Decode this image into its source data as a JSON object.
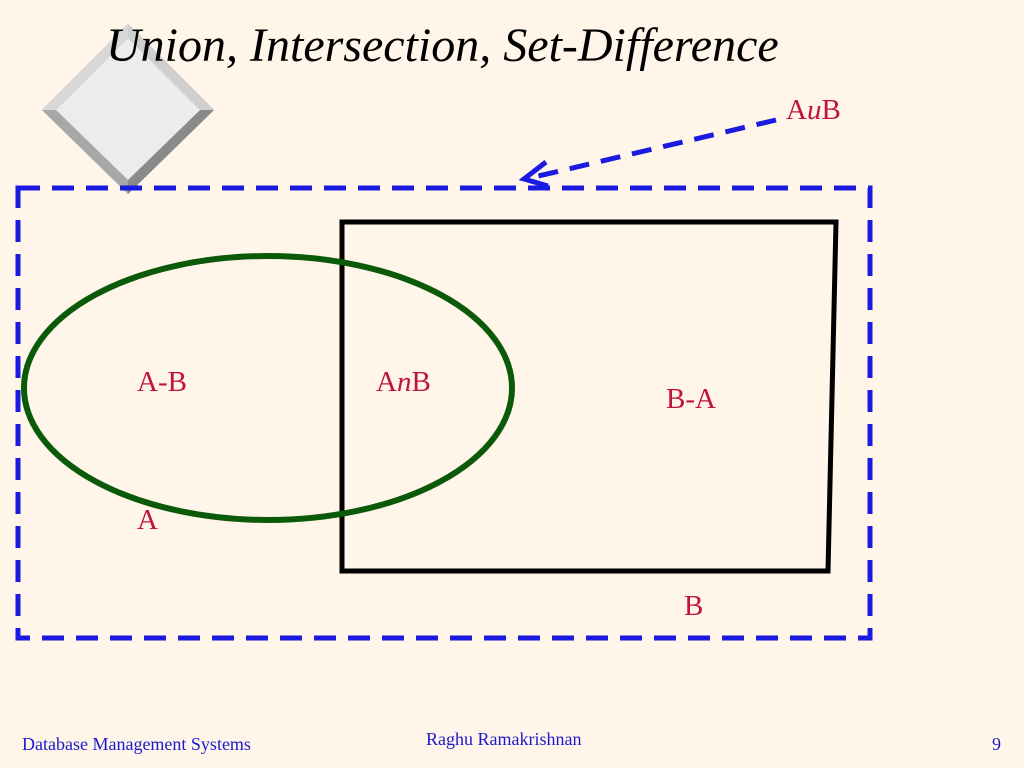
{
  "slide": {
    "title": "Union, Intersection, Set-Difference",
    "page_number": "9"
  },
  "diagram": {
    "union_label": {
      "left": "A",
      "op": "u",
      "right": "B"
    },
    "intersection_label": {
      "left": "A",
      "op": "n",
      "right": "B"
    },
    "a_minus_b": "A-B",
    "b_minus_a": "B-A",
    "set_a": "A",
    "set_b": "B"
  },
  "footer": {
    "course": "Database Management Systems",
    "author": "Raghu Ramakrishnan"
  },
  "colors": {
    "background": "#fff5e9",
    "label": "#c0143c",
    "union_dash": "#1a1ae0",
    "ellipse": "#0a5a0a",
    "rectangle": "#000000",
    "footer_text": "#1a1acc"
  }
}
